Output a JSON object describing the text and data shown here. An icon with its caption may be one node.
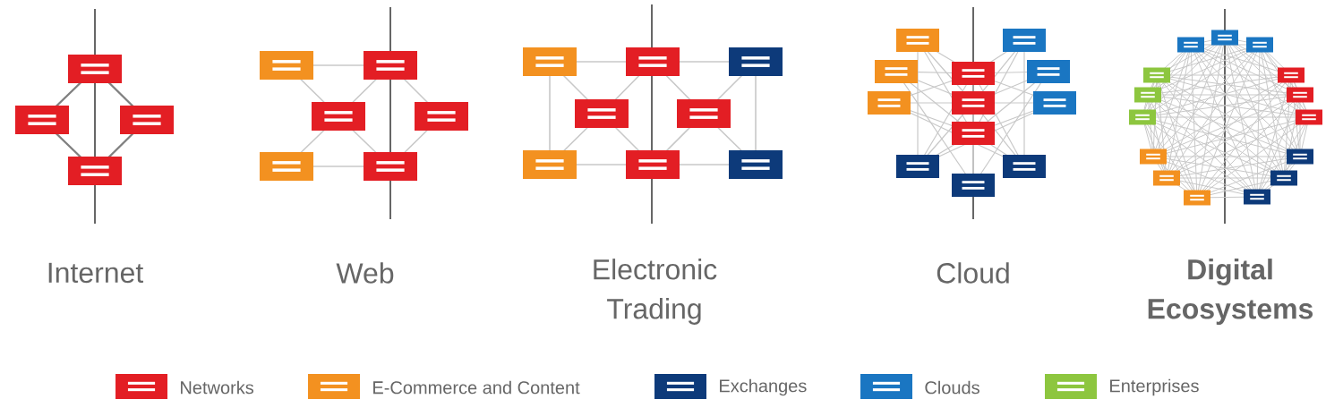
{
  "diagram": {
    "labels": [
      "Internet",
      "Web",
      "Electronic Trading",
      "Cloud",
      "Digital Ecosystems"
    ],
    "legend": [
      {
        "text": "Networks",
        "color": "#e31e24"
      },
      {
        "text": "E-Commerce and Content",
        "color": "#f39120"
      },
      {
        "text": "Exchanges",
        "color": "#0d3a7a"
      },
      {
        "text": "Clouds",
        "color": "#1a76c2"
      },
      {
        "text": "Enterprises",
        "color": "#8dc63f"
      }
    ]
  }
}
